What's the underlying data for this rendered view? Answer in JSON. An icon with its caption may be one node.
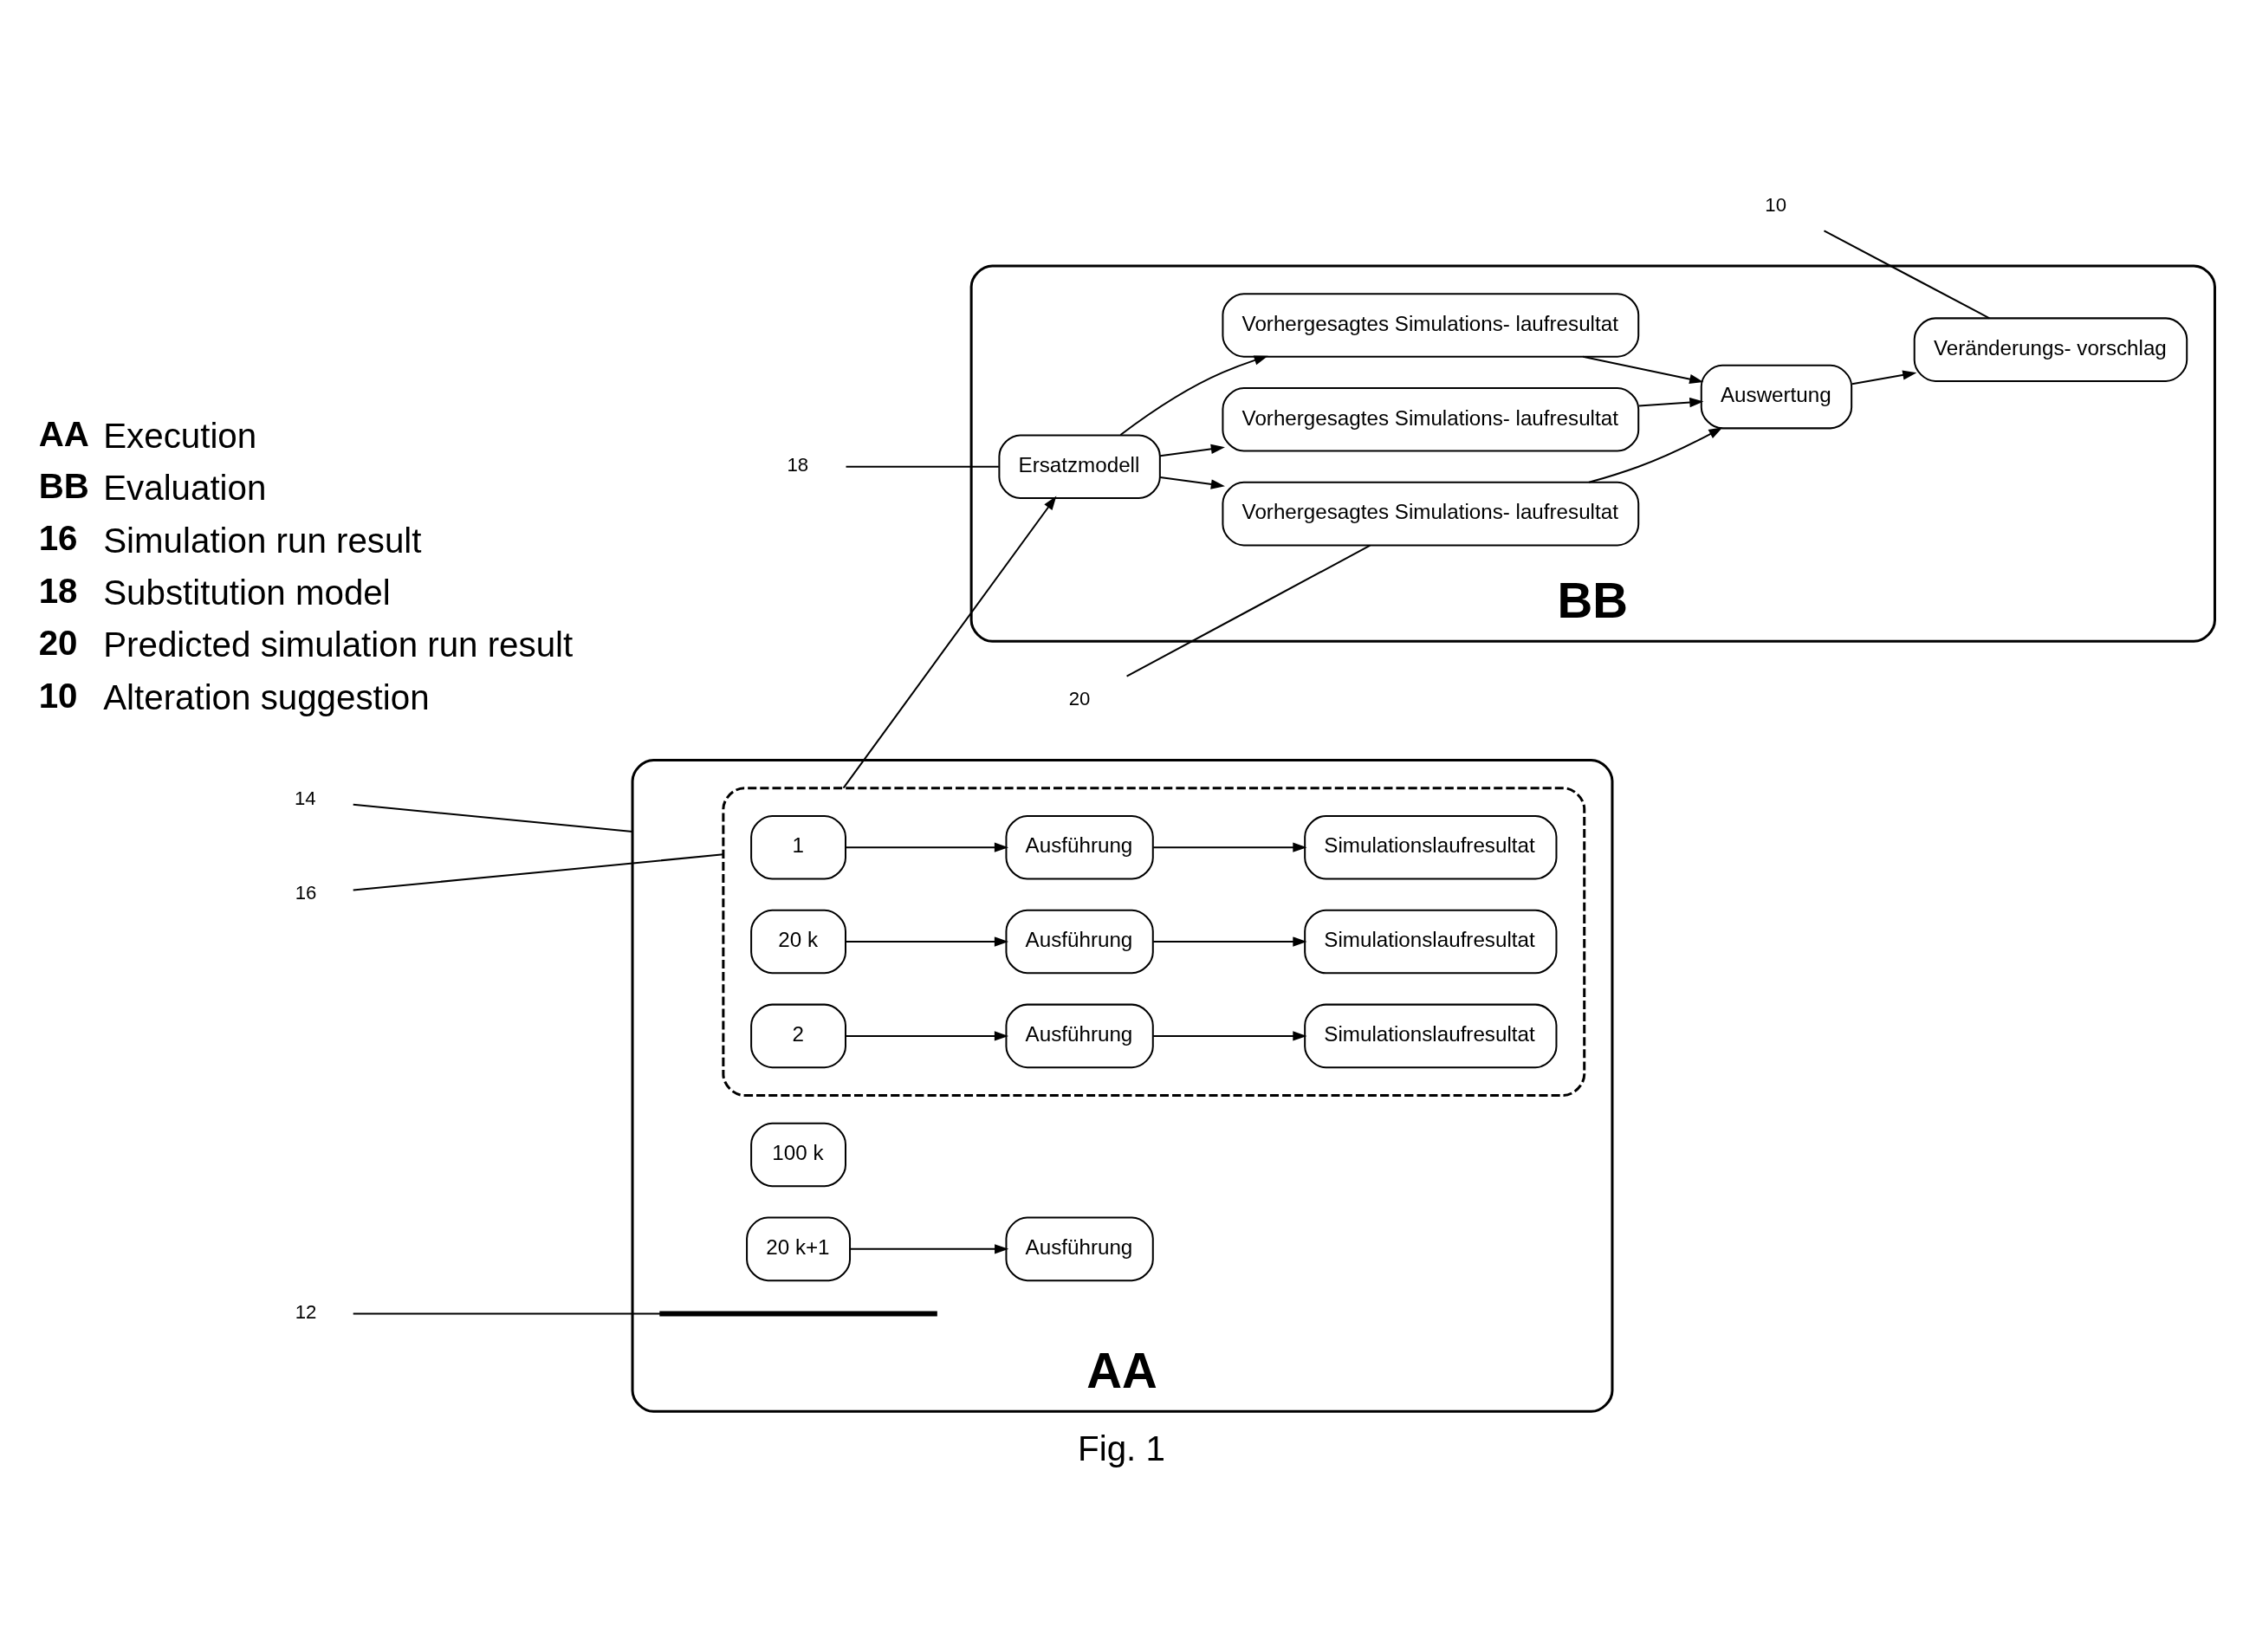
{
  "diagram": {
    "caption": "Fig. 1",
    "nodes": [
      {
        "text": [
          "AA"
        ]
      },
      {
        "text": [],
        "shape": "box",
        "in": 0
      },
      {
        "text": [
          "1"
        ],
        "in": 1
      },
      {
        "text": [
          "Ausführung"
        ],
        "in": 1
      },
      {
        "text": [
          "Simulationslaufresultat"
        ],
        "in": 1
      },
      {
        "text": [
          "2"
        ],
        "in": 1
      },
      {
        "text": [
          "Ausführung"
        ],
        "in": 1
      },
      {
        "text": [
          "Simulationslaufresultat"
        ],
        "in": 1
      },
      {
        "text": [
          "20 k"
        ],
        "in": 1
      },
      {
        "text": [
          "Ausführung"
        ],
        "in": 1
      },
      {
        "text": [
          "Simulationslaufresultat"
        ],
        "in": 1
      },
      {
        "text": [
          "20 k+1"
        ],
        "in": 0
      },
      {
        "text": [
          "Ausführung"
        ],
        "in": 0
      },
      {
        "text": [
          "100 k"
        ],
        "in": 0
      },
      {
        "text": [
          "BB"
        ]
      },
      {
        "text": [
          "Ersatzmodell"
        ],
        "in": 14
      },
      {
        "text": [
          "Vorhergesagtes Simulations- laufresultat"
        ],
        "in": 14
      },
      {
        "text": [
          "Vorhergesagtes Simulations- laufresultat"
        ],
        "in": 14
      },
      {
        "text": [
          "Vorhergesagtes Simulations- laufresultat"
        ],
        "in": 14
      },
      {
        "text": [
          "Auswertung"
        ],
        "in": 14
      },
      {
        "text": [
          "Veränderungs- vorschlag"
        ],
        "in": 14
      },
      {
        "text": [
          "14"
        ]
      },
      {
        "text": [
          "16"
        ]
      },
      {
        "text": [
          "18"
        ]
      },
      {
        "text": [
          "20"
        ]
      },
      {
        "text": [
          "10"
        ]
      },
      {
        "text": [
          "12"
        ]
      },
      {
        "text": [],
        "shape": "bar",
        "in": 0
      }
    ],
    "edges": [
      {
        "from": 2,
        "to": 3,
        "arrow": "to"
      },
      {
        "from": 3,
        "to": 4,
        "arrow": "to"
      },
      {
        "from": 5,
        "to": 6,
        "arrow": "to"
      },
      {
        "from": 6,
        "to": 7,
        "arrow": "to"
      },
      {
        "from": 8,
        "to": 9,
        "arrow": "to"
      },
      {
        "from": 9,
        "to": 10,
        "arrow": "to"
      },
      {
        "from": 11,
        "to": 12,
        "arrow": "to"
      },
      {
        "from": 1,
        "to": 15,
        "arrow": "to"
      },
      {
        "from": 15,
        "to": 16,
        "arrow": "to"
      },
      {
        "from": 15,
        "to": 17,
        "arrow": "to"
      },
      {
        "from": 15,
        "to": 18,
        "arrow": "to"
      },
      {
        "from": 16,
        "to": 19,
        "arrow": "to"
      },
      {
        "from": 17,
        "to": 19,
        "arrow": "to"
      },
      {
        "from": 18,
        "to": 19,
        "arrow": "to"
      },
      {
        "from": 19,
        "to": 20,
        "arrow": "to"
      },
      {
        "from": 21,
        "to": 0,
        "arrow": "none"
      },
      {
        "from": 22,
        "to": 1,
        "arrow": "none"
      },
      {
        "from": 23,
        "to": 15,
        "arrow": "none"
      },
      {
        "from": 24,
        "to": 16,
        "arrow": "none"
      },
      {
        "from": 25,
        "to": 20,
        "arrow": "none"
      },
      {
        "from": 26,
        "to": 27,
        "arrow": "none"
      }
    ],
    "labels": [
      "AA",
      "Execution",
      "BB",
      "Evaluation",
      "16",
      "Simulation run result",
      "18",
      "Substitution model",
      "20",
      "Predicted simulation run result",
      "10",
      "Alteration suggestion"
    ]
  }
}
